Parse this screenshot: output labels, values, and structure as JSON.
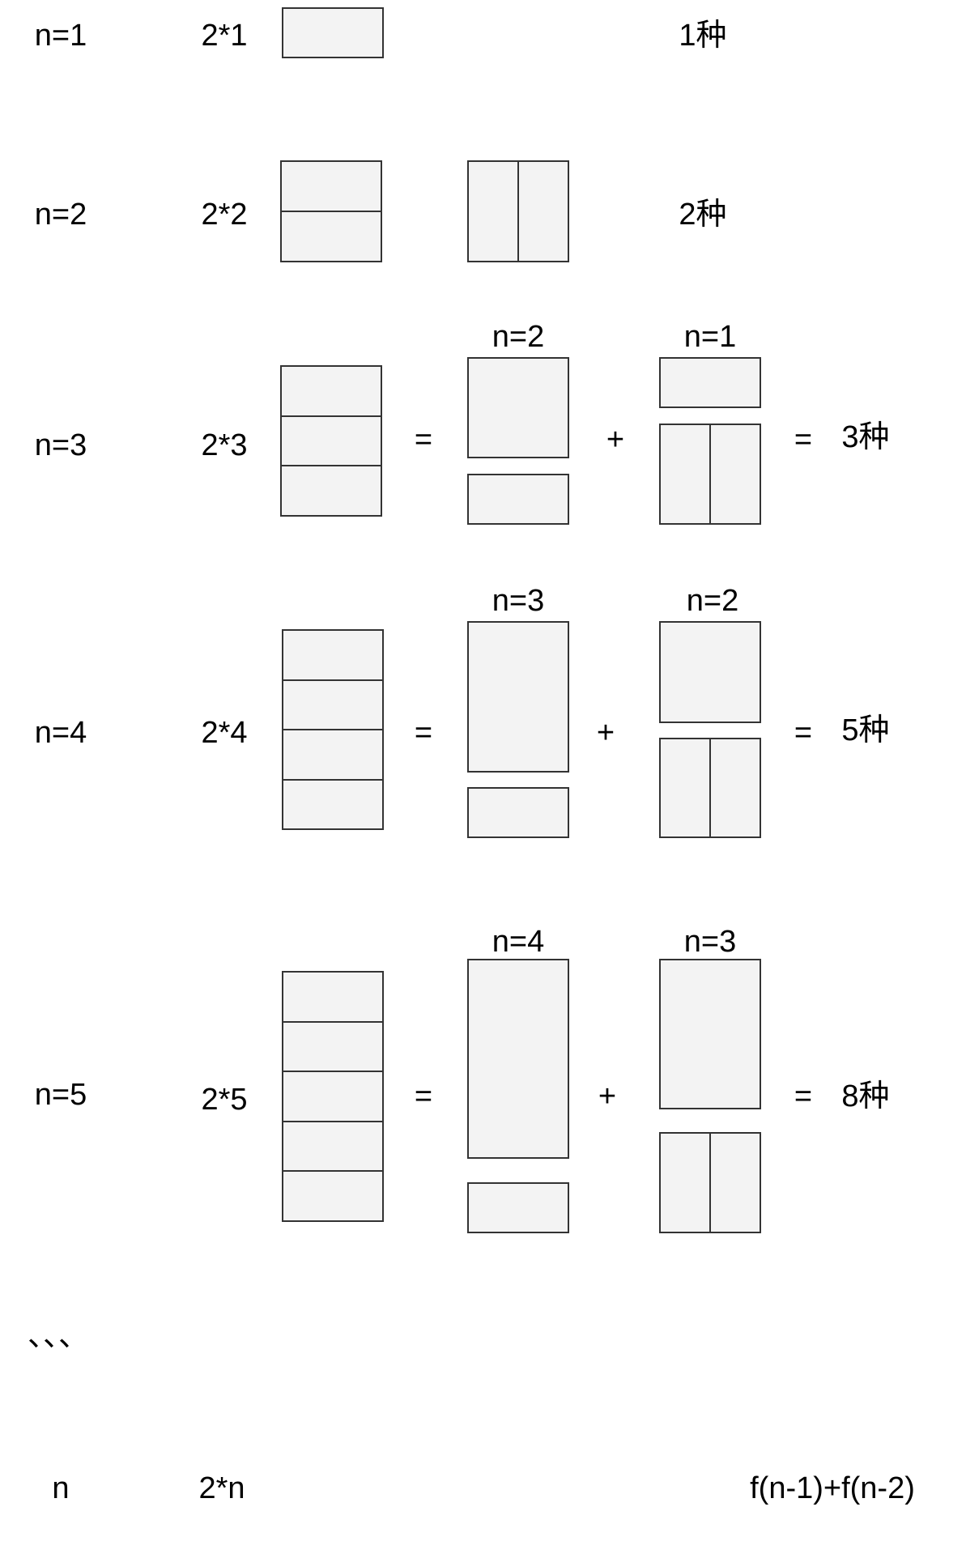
{
  "rows": [
    {
      "n": "n=1",
      "board": "2*1",
      "result": "1种"
    },
    {
      "n": "n=2",
      "board": "2*2",
      "result": "2种"
    },
    {
      "n": "n=3",
      "board": "2*3",
      "eq": "=",
      "left": "n=2",
      "plus": "+",
      "right": "n=1",
      "eq2": "=",
      "result": "3种"
    },
    {
      "n": "n=4",
      "board": "2*4",
      "eq": "=",
      "left": "n=3",
      "plus": "+",
      "right": "n=2",
      "eq2": "=",
      "result": "5种"
    },
    {
      "n": "n=5",
      "board": "2*5",
      "eq": "=",
      "left": "n=4",
      "plus": "+",
      "right": "n=3",
      "eq2": "=",
      "result": "8种"
    }
  ],
  "ellipsis": "、、、",
  "general": {
    "n": "n",
    "board": "2*n",
    "formula": "f(n-1)+f(n-2)"
  }
}
